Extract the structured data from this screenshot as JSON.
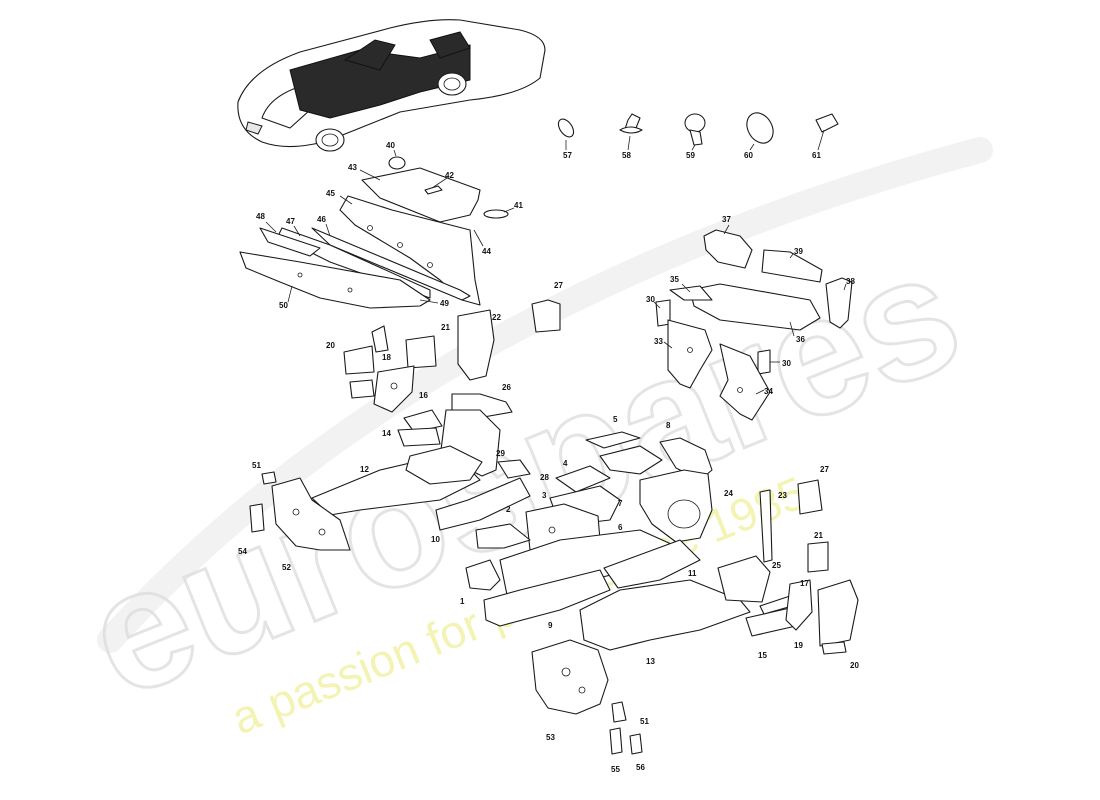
{
  "watermark": {
    "brand": "eurospares",
    "tagline": "a passion for parts since 1985",
    "color": "#dcdcdc",
    "tagline_color": "#f1f1a8"
  },
  "callouts": {
    "n1": "1",
    "n2": "2",
    "n3": "3",
    "n4": "4",
    "n5": "5",
    "n6": "6",
    "n7": "7",
    "n8": "8",
    "n9": "9",
    "n10": "10",
    "n11": "11",
    "n12": "12",
    "n13": "13",
    "n14": "14",
    "n15": "15",
    "n16": "16",
    "n17": "17",
    "n18": "18",
    "n19": "19",
    "n20": "20",
    "n21": "21",
    "n22": "22",
    "n23": "23",
    "n24": "24",
    "n25": "25",
    "n26": "26",
    "n27": "27",
    "n28": "28",
    "n29": "29",
    "n30": "30",
    "n33": "33",
    "n34": "34",
    "n35": "35",
    "n36": "36",
    "n37": "37",
    "n38": "38",
    "n39": "39",
    "n40": "40",
    "n41": "41",
    "n42": "42",
    "n43": "43",
    "n44": "44",
    "n45": "45",
    "n46": "46",
    "n47": "47",
    "n48": "48",
    "n49": "49",
    "n50": "50",
    "n51": "51",
    "n52": "52",
    "n53": "53",
    "n54": "54",
    "n55": "55",
    "n56": "56",
    "n57": "57",
    "n58": "58",
    "n59": "59",
    "n60": "60",
    "n61": "61"
  }
}
